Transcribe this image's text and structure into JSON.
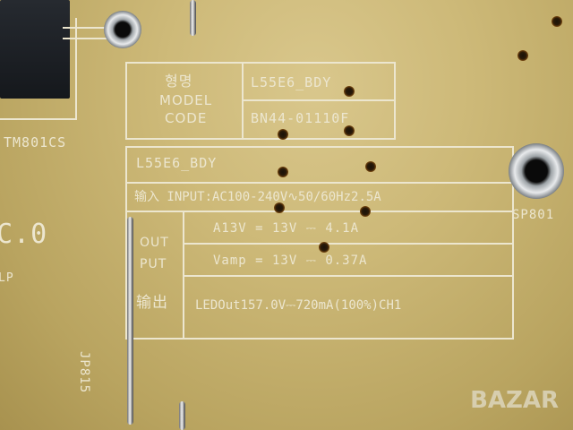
{
  "board": {
    "component_ref_top_left": "TM801CS",
    "partial_text_left": "C.0",
    "partial_text_left_small": "LP",
    "jumper_ref": "JP815",
    "screw_ref": "SP801"
  },
  "model_label": {
    "korean_heading": "형명",
    "model_label": "MODEL",
    "code_label": "CODE",
    "model_value": "L55E6_BDY",
    "code_value": "BN44-01110F"
  },
  "spec_label": {
    "model": "L55E6_BDY",
    "input_line": "输入 INPUT:AC100-240V∿50/60Hz2.5A",
    "output_heading_en_1": "OUT",
    "output_heading_en_2": "PUT",
    "output_heading_cn": "输出",
    "outputs": [
      {
        "text": "A13V = 13V ⎓ 4.1A"
      },
      {
        "text": "Vamp = 13V ⎓ 0.37A"
      },
      {
        "text": "LEDOut157.0V⎓720mA(100%)CH1"
      }
    ]
  },
  "watermark": {
    "text": "BAZAR"
  },
  "colors": {
    "pcb": "#cdb978",
    "silkscreen": "#ece6cf"
  }
}
